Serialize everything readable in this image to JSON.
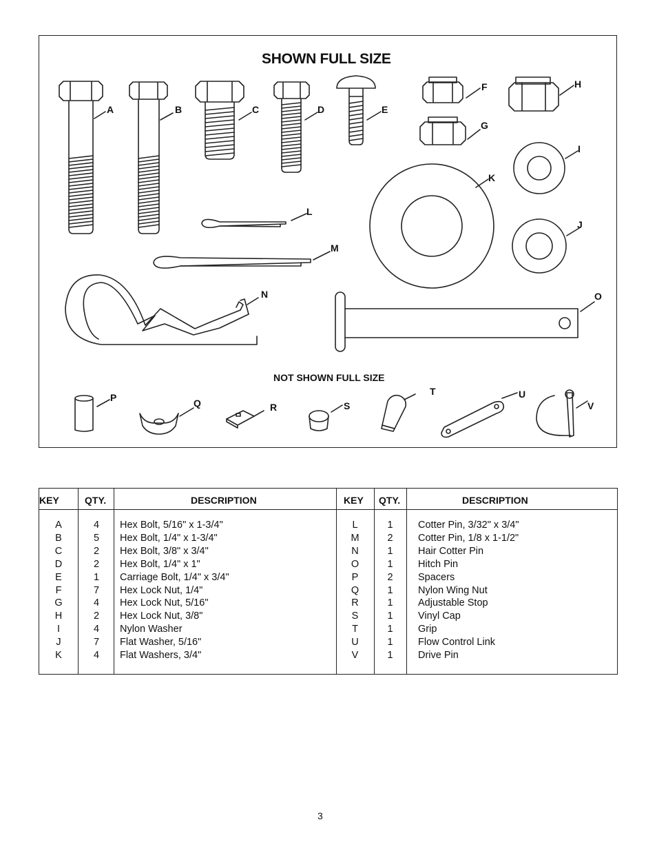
{
  "figure": {
    "title": "SHOWN FULL SIZE",
    "subtitle": "NOT SHOWN FULL SIZE",
    "labels": {
      "A": "A",
      "B": "B",
      "C": "C",
      "D": "D",
      "E": "E",
      "F": "F",
      "G": "G",
      "H": "H",
      "I": "I",
      "J": "J",
      "K": "K",
      "L": "L",
      "M": "M",
      "N": "N",
      "O": "O",
      "P": "P",
      "Q": "Q",
      "R": "R",
      "S": "S",
      "T": "T",
      "U": "U",
      "V": "V"
    }
  },
  "table": {
    "headers": {
      "key1": "KEY",
      "qty1": "QTY.",
      "desc1": "DESCRIPTION",
      "key2": "KEY",
      "qty2": "QTY.",
      "desc2": "DESCRIPTION"
    },
    "left_rows": [
      {
        "key": "A",
        "qty": "4",
        "desc": "Hex Bolt, 5/16\" x 1-3/4\""
      },
      {
        "key": "B",
        "qty": "5",
        "desc": "Hex Bolt, 1/4\" x 1-3/4\""
      },
      {
        "key": "C",
        "qty": "2",
        "desc": "Hex Bolt, 3/8\" x 3/4\""
      },
      {
        "key": "D",
        "qty": "2",
        "desc": "Hex Bolt, 1/4\" x 1\""
      },
      {
        "key": "E",
        "qty": "1",
        "desc": "Carriage Bolt, 1/4\" x 3/4\""
      },
      {
        "key": "F",
        "qty": "7",
        "desc": "Hex Lock Nut, 1/4\""
      },
      {
        "key": "G",
        "qty": "4",
        "desc": "Hex Lock Nut, 5/16\""
      },
      {
        "key": "H",
        "qty": "2",
        "desc": "Hex Lock Nut, 3/8\""
      },
      {
        "key": "I",
        "qty": "4",
        "desc": "Nylon Washer"
      },
      {
        "key": "J",
        "qty": "7",
        "desc": "Flat Washer, 5/16\""
      },
      {
        "key": "K",
        "qty": "4",
        "desc": "Flat Washers, 3/4\""
      }
    ],
    "right_rows": [
      {
        "key": "L",
        "qty": "1",
        "desc": "Cotter Pin, 3/32\" x 3/4\""
      },
      {
        "key": "M",
        "qty": "2",
        "desc": "Cotter Pin, 1/8 x 1-1/2\""
      },
      {
        "key": "N",
        "qty": "1",
        "desc": "Hair Cotter Pin"
      },
      {
        "key": "O",
        "qty": "1",
        "desc": "Hitch Pin"
      },
      {
        "key": "P",
        "qty": "2",
        "desc": "Spacers"
      },
      {
        "key": "Q",
        "qty": "1",
        "desc": "Nylon Wing Nut"
      },
      {
        "key": "R",
        "qty": "1",
        "desc": "Adjustable Stop"
      },
      {
        "key": "S",
        "qty": "1",
        "desc": "Vinyl Cap"
      },
      {
        "key": "T",
        "qty": "1",
        "desc": "Grip"
      },
      {
        "key": "U",
        "qty": "1",
        "desc": "Flow Control Link"
      },
      {
        "key": "V",
        "qty": "1",
        "desc": "Drive Pin"
      }
    ]
  },
  "page_number": "3"
}
